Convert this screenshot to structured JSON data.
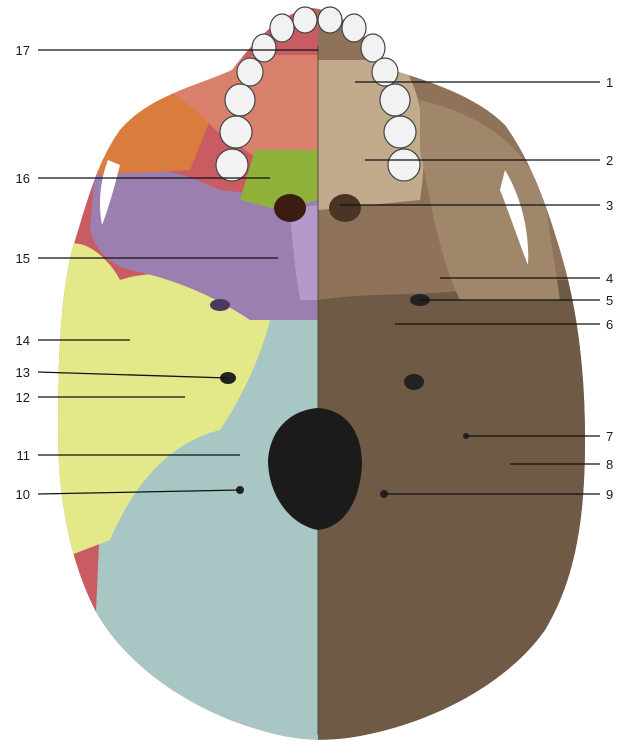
{
  "labels": {
    "l1": "1",
    "l2": "2",
    "l3": "3",
    "l4": "4",
    "l5": "5",
    "l6": "6",
    "l7": "7",
    "l8": "8",
    "l9": "9",
    "l10": "10",
    "l11": "11",
    "l12": "12",
    "l13": "13",
    "l14": "14",
    "l15": "15",
    "l16": "16",
    "l17": "17"
  },
  "colors": {
    "maxilla": "#d9816c",
    "zygomatic": "#d97c3e",
    "palatine": "#8fb13a",
    "sphenoid": "#9a7fb0",
    "temporal": "#e3e889",
    "occipital": "#a8c7c4",
    "parietal": "#c95c63",
    "natural_bone": "#8b6e54",
    "foramen_magnum": "#1b1b1b",
    "leader": "#111111"
  }
}
